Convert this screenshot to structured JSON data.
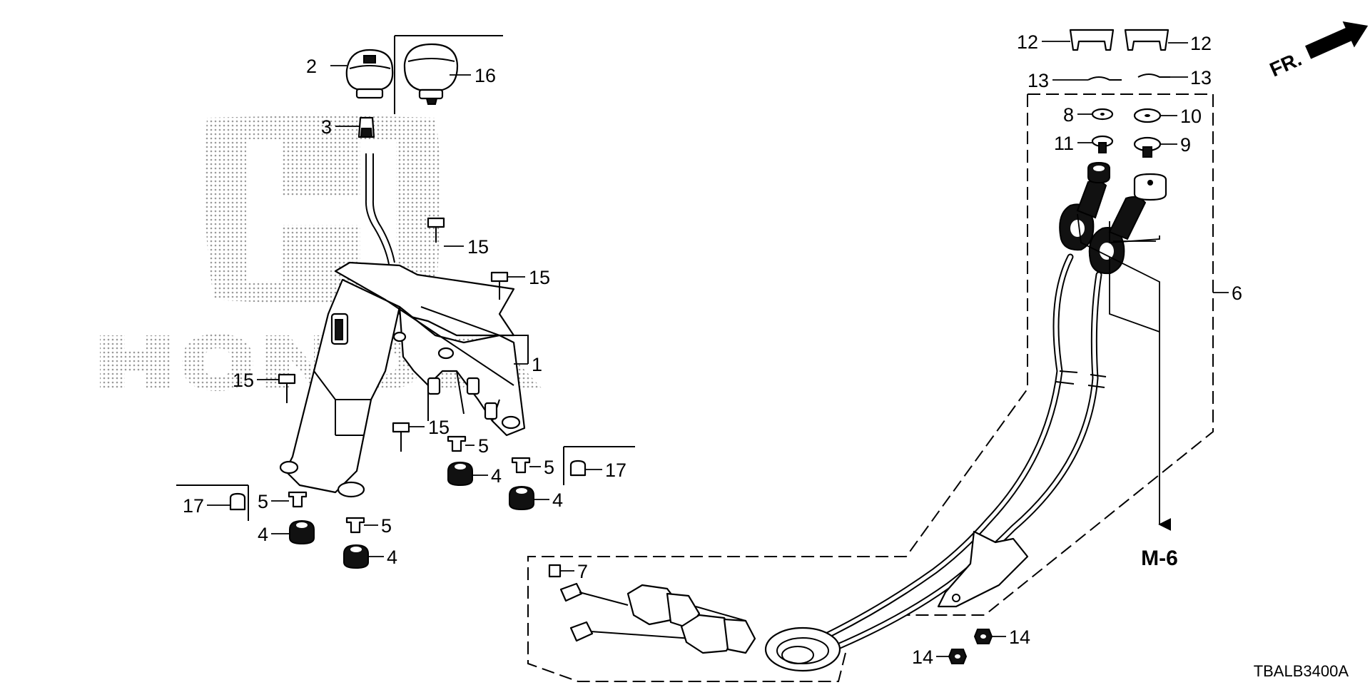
{
  "diagram": {
    "code": "TBALB3400A",
    "front_label": "FR.",
    "reference": "M-6",
    "callouts": {
      "c1": "1",
      "c2": "2",
      "c3": "3",
      "c4a": "4",
      "c4b": "4",
      "c4c": "4",
      "c4d": "4",
      "c5a": "5",
      "c5b": "5",
      "c5c": "5",
      "c5d": "5",
      "c6": "6",
      "c7": "7",
      "c8": "8",
      "c9": "9",
      "c10": "10",
      "c11": "11",
      "c12a": "12",
      "c12b": "12",
      "c13a": "13",
      "c13b": "13",
      "c14a": "14",
      "c14b": "14",
      "c15a": "15",
      "c15b": "15",
      "c15c": "15",
      "c15d": "15",
      "c16": "16",
      "c17a": "17",
      "c17b": "17"
    },
    "watermark": "HONDA"
  }
}
